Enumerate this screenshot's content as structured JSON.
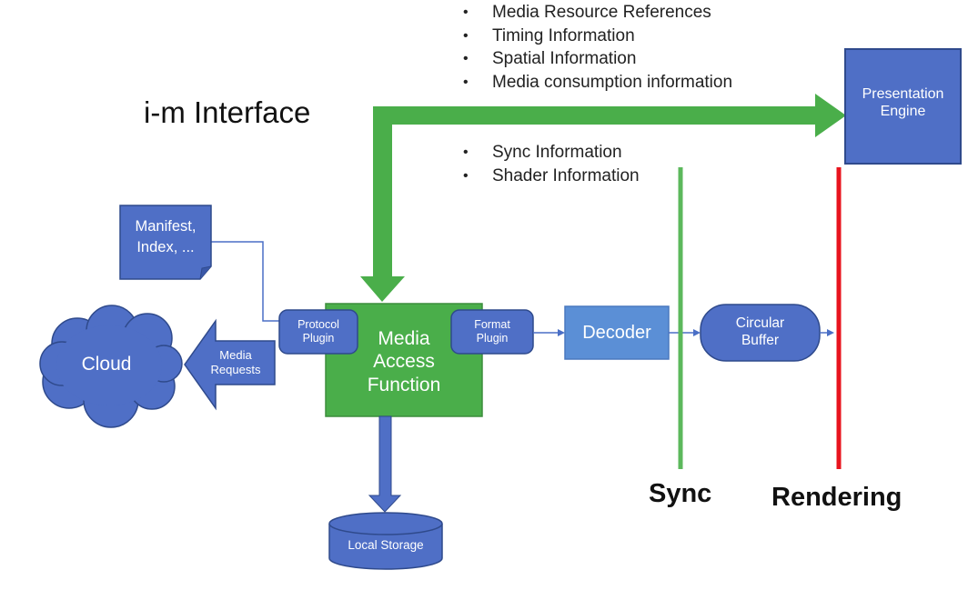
{
  "title": "i-m Interface",
  "upper_bullets": [
    "Media Resource References",
    "Timing Information",
    "Spatial Information",
    "Media consumption information"
  ],
  "lower_bullets": [
    "Sync Information",
    "Shader Information"
  ],
  "nodes": {
    "presentation_engine": "Presentation\nEngine",
    "manifest": "Manifest,\nIndex, ...",
    "cloud": "Cloud",
    "media_requests": "Media\nRequests",
    "protocol_plugin": "Protocol\nPlugin",
    "media_access_function": "Media\nAccess\nFunction",
    "format_plugin": "Format\nPlugin",
    "decoder": "Decoder",
    "circular_buffer": "Circular\nBuffer",
    "local_storage": "Local Storage"
  },
  "labels": {
    "sync": "Sync",
    "rendering": "Rendering"
  },
  "colors": {
    "blue_box": "#4f6fc6",
    "blue_border": "#2f4a8c",
    "light_blue": "#5b8fd6",
    "green": "#4aae4a",
    "green_line": "#5cb85c",
    "red_line": "#e8141e",
    "connector": "#4a6fc6"
  }
}
